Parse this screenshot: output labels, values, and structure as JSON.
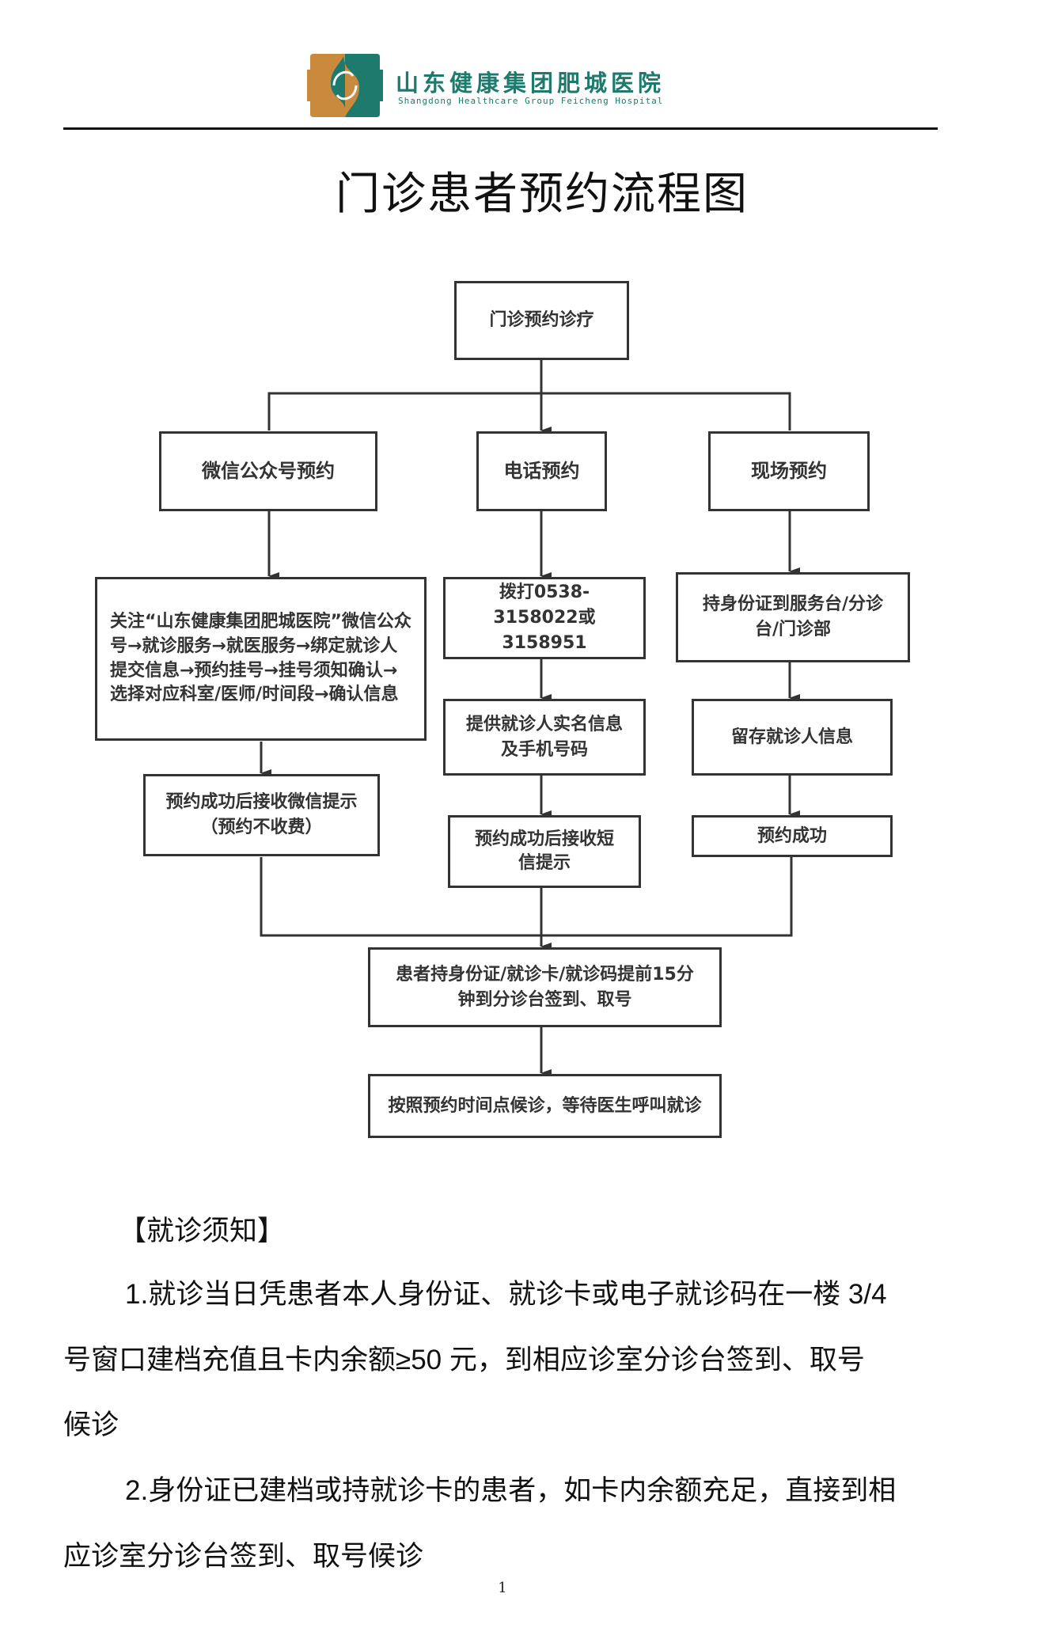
{
  "header": {
    "logo_name_cn": "山东健康集团肥城医院",
    "logo_name_en": "Shangdong Healthcare Group Feicheng Hospital",
    "brand_teal": "#1e7a6c",
    "brand_orange": "#c98a3e"
  },
  "title": "门诊患者预约流程图",
  "flowchart": {
    "root": "门诊预约诊疗",
    "branches": [
      {
        "name": "微信公众号预约",
        "steps": [
          "关注“山东健康集团肥城医院”微信公众号→就诊服务→就医服务→绑定就诊人提交信息→预约挂号→挂号须知确认→选择对应科室/医师/时间段→确认信息",
          "预约成功后接收微信提示（预约不收费）"
        ]
      },
      {
        "name": "电话预约",
        "steps": [
          "拨打0538-3158022或3158951",
          "提供就诊人实名信息及手机号码",
          "预约成功后接收短信提示"
        ]
      },
      {
        "name": "现场预约",
        "steps": [
          "持身份证到服务台/分诊台/门诊部",
          "留存就诊人信息",
          "预约成功"
        ]
      }
    ],
    "merge_steps": [
      "患者持身份证/就诊卡/就诊码提前15分钟到分诊台签到、取号",
      "按照预约时间点候诊，等待医生呼叫就诊"
    ]
  },
  "notice": {
    "heading": "【就诊须知】",
    "items": [
      {
        "lines": [
          "1.就诊当日凭患者本人身份证、就诊卡或电子就诊码在一楼 3/4",
          "号窗口建档充值且卡内余额≥50 元，到相应诊室分诊台签到、取号",
          "候诊"
        ]
      },
      {
        "lines": [
          "2.身份证已建档或持就诊卡的患者，如卡内余额充足，直接到相",
          "应诊室分诊台签到、取号候诊"
        ]
      }
    ]
  },
  "page_number": "1"
}
